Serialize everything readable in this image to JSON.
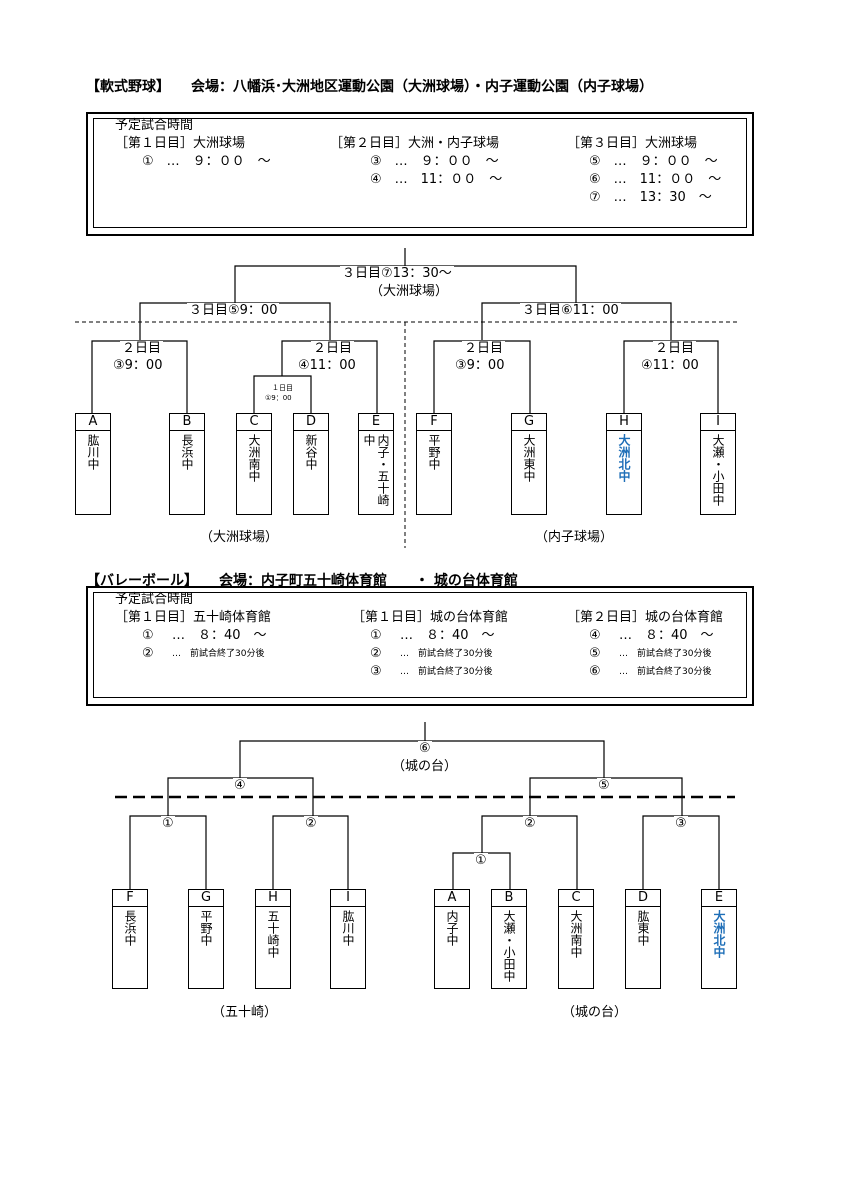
{
  "baseball": {
    "header": "【軟式野球】　　会場：八幡浜･大洲地区運動公園（大洲球場）・内子運動公園（内子球場）",
    "schedule_title": "予定試合時間",
    "days": [
      {
        "title": "［第１日目］大洲球場",
        "games": [
          "①　…　９：００　～"
        ]
      },
      {
        "title": "［第２日目］大洲・内子球場",
        "games": [
          "③　…　９：００　～",
          "④　…　11：００　～"
        ]
      },
      {
        "title": "［第３日目］大洲球場",
        "games": [
          "⑤　…　９：００　～",
          "⑥　…　11：００　～",
          "⑦　…　13：30　～"
        ]
      }
    ],
    "final_label": "３日目⑦13：30～",
    "final_venue": "（大洲球場）",
    "semi_left": "３日目⑤9：00",
    "semi_right": "３日目⑥11：00",
    "r2": [
      {
        "day": "２日目",
        "time": "③9：00"
      },
      {
        "day": "２日目",
        "time": "④11：00"
      },
      {
        "day": "２日目",
        "time": "③9：00"
      },
      {
        "day": "２日目",
        "time": "④11：00"
      }
    ],
    "r1_day": "１日目",
    "r1_time": "①9：00",
    "teams": [
      {
        "letter": "A",
        "name": "肱川中"
      },
      {
        "letter": "B",
        "name": "長浜中"
      },
      {
        "letter": "C",
        "name": "大洲南中"
      },
      {
        "letter": "D",
        "name": "新谷中"
      },
      {
        "letter": "E",
        "name": "内子・五十崎中"
      },
      {
        "letter": "F",
        "name": "平野中"
      },
      {
        "letter": "G",
        "name": "大洲東中"
      },
      {
        "letter": "H",
        "name": "大洲北中"
      },
      {
        "letter": "I",
        "name": "大瀬・小田中"
      }
    ],
    "venue_left": "（大洲球場）",
    "venue_right": "（内子球場）"
  },
  "volleyball": {
    "header": "【バレーボール】　　会場：内子町五十崎体育館　　・ 城の台体育館",
    "schedule_title": "予定試合時間",
    "days": [
      {
        "title": "［第１日目］五十崎体育館",
        "games": [
          [
            "①",
            "…　８：40　～"
          ],
          [
            "②",
            "…　前試合終了30分後"
          ]
        ]
      },
      {
        "title": "［第１日目］城の台体育館",
        "games": [
          [
            "①",
            "…　８：40　～"
          ],
          [
            "②",
            "…　前試合終了30分後"
          ],
          [
            "③",
            "…　前試合終了30分後"
          ]
        ]
      },
      {
        "title": "［第２日目］城の台体育館",
        "games": [
          [
            "④",
            "…　８：40　～"
          ],
          [
            "⑤",
            "…　前試合終了30分後"
          ],
          [
            "⑥",
            "…　前試合終了30分後"
          ]
        ]
      }
    ],
    "final_label": "⑥",
    "final_venue": "（城の台）",
    "semi_left": "④",
    "semi_right": "⑤",
    "r2_marks": [
      "①",
      "②",
      "②",
      "③"
    ],
    "r1_mark": "①",
    "teams": [
      {
        "letter": "F",
        "name": "長浜中"
      },
      {
        "letter": "G",
        "name": "平野中"
      },
      {
        "letter": "H",
        "name": "五十崎中"
      },
      {
        "letter": "I",
        "name": "肱川中"
      },
      {
        "letter": "A",
        "name": "内子中"
      },
      {
        "letter": "B",
        "name": "大瀬・小田中"
      },
      {
        "letter": "C",
        "name": "大洲南中"
      },
      {
        "letter": "D",
        "name": "肱東中"
      },
      {
        "letter": "E",
        "name": "大洲北中"
      }
    ],
    "venue_left": "（五十崎）",
    "venue_right": "（城の台）"
  },
  "colors": {
    "highlight": "#1f6fb8"
  }
}
